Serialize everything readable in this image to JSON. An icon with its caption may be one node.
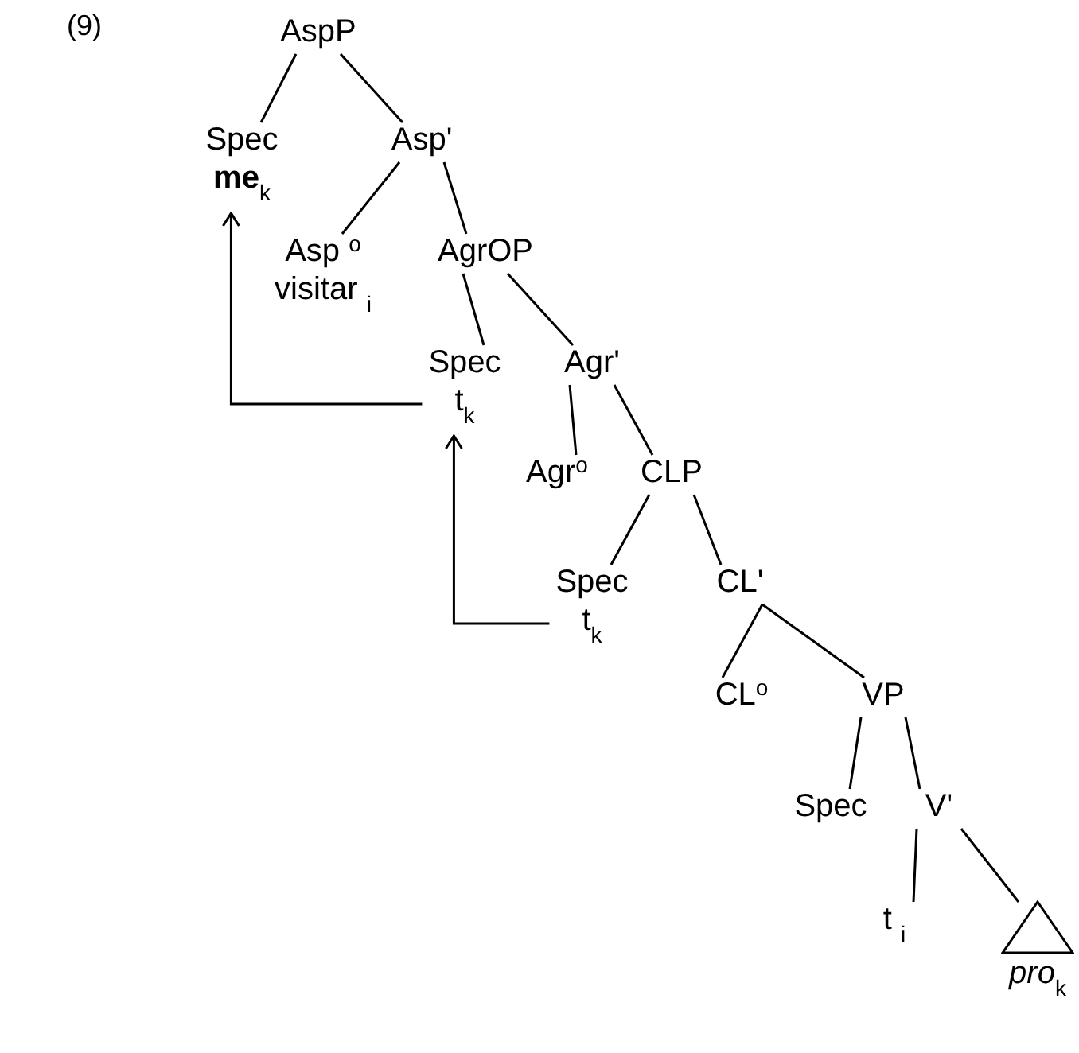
{
  "diagram": {
    "nodes": [
      {
        "text": [
          "AspP"
        ]
      },
      {
        "text": [
          "Spec",
          "**me**$_{k}$"
        ]
      },
      {
        "text": [
          "Asp'"
        ]
      },
      {
        "text": [
          "Asp $^{o}$",
          "visitar $_{i}$"
        ]
      },
      {
        "text": [
          "AgrOP"
        ]
      },
      {
        "text": [
          "Spec",
          "t$_{k}$"
        ]
      },
      {
        "text": [
          "Agr'"
        ]
      },
      {
        "text": [
          "Agr$^{o}$"
        ]
      },
      {
        "text": [
          "CLP"
        ]
      },
      {
        "text": [
          "Spec",
          "t$_{k}$"
        ]
      },
      {
        "text": [
          "CL'"
        ]
      },
      {
        "text": [
          "CL$^{o}$"
        ]
      },
      {
        "text": [
          "VP"
        ]
      },
      {
        "text": [
          "Spec"
        ]
      },
      {
        "text": [
          "V'"
        ]
      },
      {
        "text": [
          "t $_{i}$"
        ]
      },
      {
        "text": [
          "*pro*$_{k}$"
        ]
      }
    ],
    "edges": [
      {
        "from": 0,
        "to": 1,
        "arrow": "none"
      },
      {
        "from": 0,
        "to": 2,
        "arrow": "none"
      },
      {
        "from": 2,
        "to": 3,
        "arrow": "none"
      },
      {
        "from": 2,
        "to": 4,
        "arrow": "none"
      },
      {
        "from": 4,
        "to": 5,
        "arrow": "none"
      },
      {
        "from": 4,
        "to": 6,
        "arrow": "none"
      },
      {
        "from": 6,
        "to": 7,
        "arrow": "none"
      },
      {
        "from": 6,
        "to": 8,
        "arrow": "none"
      },
      {
        "from": 8,
        "to": 9,
        "arrow": "none"
      },
      {
        "from": 8,
        "to": 10,
        "arrow": "none"
      },
      {
        "from": 10,
        "to": 11,
        "arrow": "none"
      },
      {
        "from": 10,
        "to": 12,
        "arrow": "none"
      },
      {
        "from": 12,
        "to": 13,
        "arrow": "none"
      },
      {
        "from": 12,
        "to": 14,
        "arrow": "none"
      },
      {
        "from": 14,
        "to": 15,
        "arrow": "none"
      },
      {
        "from": 14,
        "to": 16,
        "arrow": "none"
      },
      {
        "from": 5,
        "to": 1,
        "arrow": "to"
      },
      {
        "from": 9,
        "to": 5,
        "arrow": "to"
      }
    ],
    "labels": [
      "(9)"
    ]
  }
}
